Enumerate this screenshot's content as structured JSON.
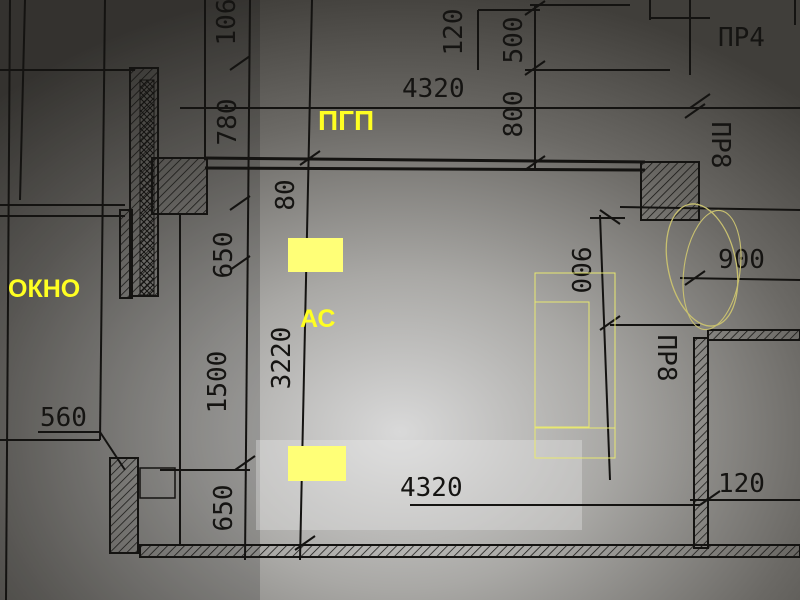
{
  "drawing": {
    "dimensions": {
      "d106": "106",
      "d120_top": "120",
      "d500": "500",
      "d4320_top": "4320",
      "d780": "780",
      "d800": "800",
      "d80": "80",
      "d650_top": "650",
      "d900_vertical": "900",
      "d900_horizontal": "900",
      "d1500": "1500",
      "d3220": "3220",
      "d560": "560",
      "d650_bottom": "650",
      "d4320_bottom": "4320",
      "d120_bottom": "120"
    },
    "element_codes": {
      "pr4": "ПР4",
      "pr8_top": "ПР8",
      "pr8_right": "ПР8"
    },
    "annotations": {
      "pgp": "ПГП",
      "okno": "ОКНО",
      "ac": "АС"
    },
    "colors": {
      "annotation": "#ffff22",
      "marker_fill": "#ffff77",
      "outline": "#e8e870",
      "ink": "#141311"
    }
  }
}
